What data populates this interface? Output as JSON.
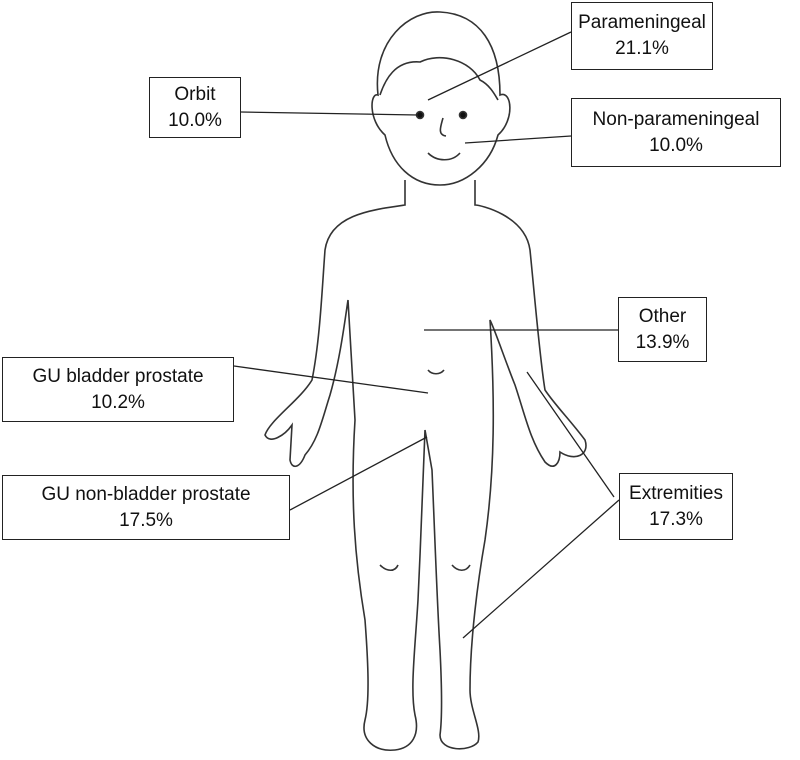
{
  "title": "Distribution of tumor sites",
  "labels": {
    "parameningeal": {
      "name": "Parameningeal",
      "pct": "21.1%"
    },
    "orbit": {
      "name": "Orbit",
      "pct": "10.0%"
    },
    "non_parameningeal": {
      "name": "Non-parameningeal",
      "pct": "10.0%"
    },
    "other": {
      "name": "Other",
      "pct": "13.9%"
    },
    "gu_bladder": {
      "name": "GU bladder prostate",
      "pct": "10.2%"
    },
    "gu_non_bladder": {
      "name": "GU non-bladder prostate",
      "pct": "17.5%"
    },
    "extremities": {
      "name": "Extremities",
      "pct": "17.3%"
    }
  }
}
